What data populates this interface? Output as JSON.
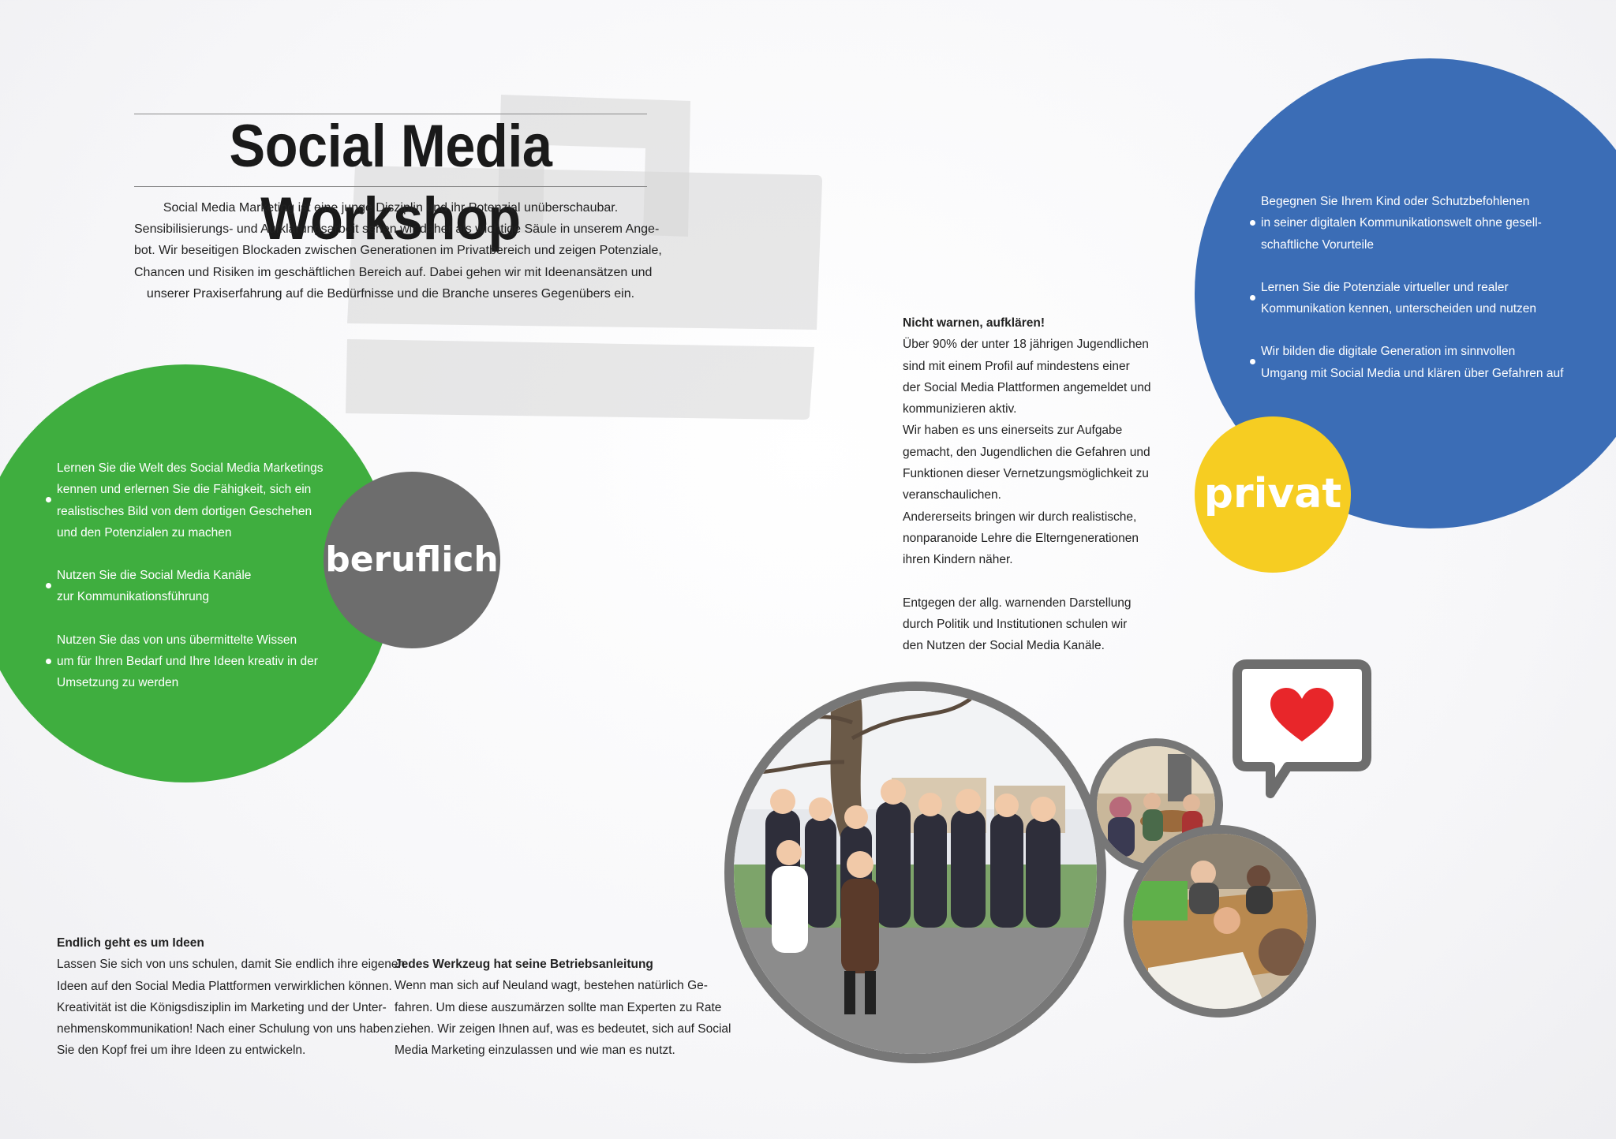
{
  "title": "Social Media Workshop",
  "intro_lines": [
    "Social Media Marketing ist eine junge Disziplin und ihr Potenzial unüberschaubar.",
    "Sensibilisierungs- und Aufklärungsarbeit sehen wir daher als wichtige Säule in unserem Ange-",
    "bot. Wir beseitigen Blockaden zwischen Generationen im Privatbereich und zeigen Potenziale,",
    "Chancen und Risiken im geschäftlichen Bereich auf. Dabei gehen wir mit Ideenansätzen und",
    "unserer Praxiserfahrung auf die Bedürfnisse und die Branche unseres Gegenübers ein."
  ],
  "beruflich": {
    "label": "beruflich",
    "items": [
      {
        "lines": [
          " Lernen Sie die Welt des Social Media Marketings",
          "kennen und erlernen Sie die Fähigkeit, sich ein",
          "realistisches Bild von dem dortigen Geschehen",
          "und den Potenzialen zu machen"
        ]
      },
      {
        "lines": [
          "Nutzen Sie die Social Media Kanäle",
          "zur Kommunikationsführung"
        ]
      },
      {
        "lines": [
          "Nutzen Sie das von uns übermittelte Wissen",
          "um für Ihren Bedarf und Ihre Ideen kreativ in der",
          "Umsetzung zu werden"
        ]
      }
    ]
  },
  "privat": {
    "label": "privat",
    "items": [
      {
        "lines": [
          "Begegnen Sie Ihrem Kind oder Schutzbefohlenen",
          "in seiner digitalen Kommunikationswelt ohne gesell-",
          "schaftliche Vorurteile"
        ]
      },
      {
        "lines": [
          "Lernen Sie die Potenziale virtueller und realer",
          "Kommunikation kennen, unterscheiden und nutzen"
        ]
      },
      {
        "lines": [
          "Wir bilden die digitale Generation im sinnvollen",
          "Umgang mit Social Media und klären über Gefahren auf"
        ]
      }
    ]
  },
  "middle": {
    "heading": "Nicht warnen, aufklären!",
    "lines": [
      "Über 90% der unter 18 jährigen Jugendlichen",
      "sind mit einem Profil auf mindestens einer",
      "der Social Media Plattformen angemeldet und",
      "kommunizieren aktiv.",
      "Wir haben es uns einerseits zur Aufgabe",
      "gemacht, den Jugendlichen die Gefahren und",
      "Funktionen dieser Vernetzungsmöglichkeit zu",
      "veranschaulichen.",
      "Andererseits bringen wir durch realistische,",
      "nonparanoide Lehre die Elterngenerationen",
      "ihren Kindern näher.",
      "",
      "Entgegen der allg. warnenden Darstellung",
      "durch Politik und  Institutionen schulen wir",
      "den Nutzen der Social Media Kanäle."
    ]
  },
  "bottom_left": {
    "heading": "Endlich geht es um Ideen",
    "lines": [
      "Lassen Sie sich von uns schulen, damit Sie endlich ihre eigenen",
      "Ideen auf den Social Media Plattformen verwirklichen können.",
      "Kreativität ist die Königsdisziplin im Marketing und der Unter-",
      "nehmenskommunikation! Nach einer Schulung von uns haben",
      "Sie den Kopf frei um ihre Ideen zu entwickeln."
    ]
  },
  "bottom_right": {
    "heading": "Jedes Werkzeug hat seine Betriebsanleitung",
    "lines": [
      "Wenn man sich auf Neuland wagt, bestehen natürlich Ge-",
      "fahren. Um diese auszumärzen sollte man Experten zu Rate",
      "ziehen. Wir zeigen Ihnen auf, was es bedeutet, sich auf Social",
      "Media Marketing einzulassen und wie man es nutzt."
    ]
  },
  "colors": {
    "green": "#3fae3f",
    "gray": "#6d6d6d",
    "blue": "#3b6db6",
    "yellow": "#f6cd22",
    "heart": "#e8262a"
  }
}
